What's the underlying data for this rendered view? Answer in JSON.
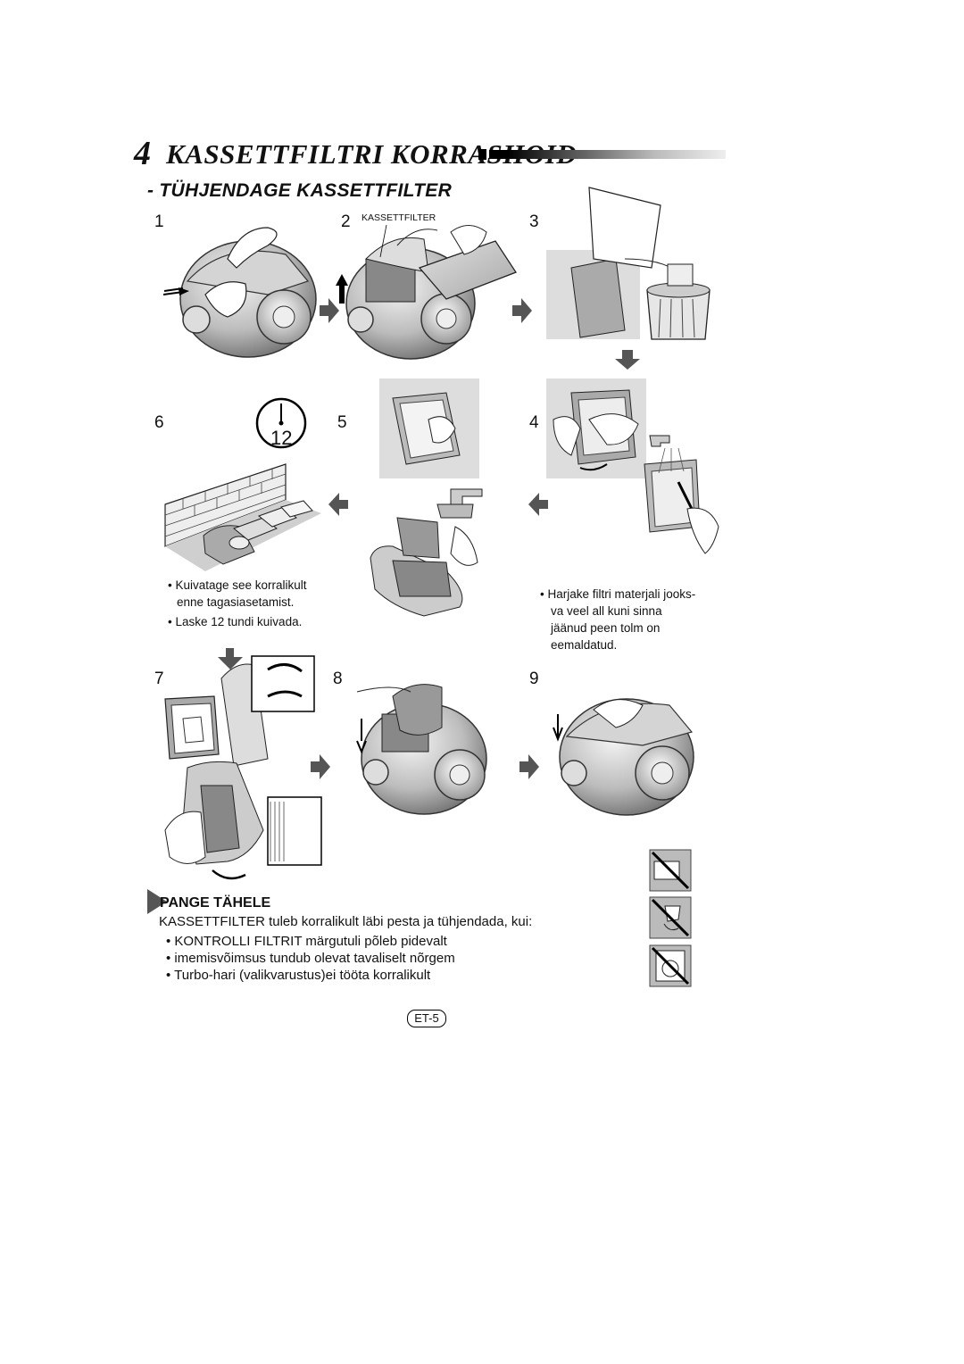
{
  "header": {
    "section_number": "4",
    "title": "KASSETTFILTRI KORRASHOID",
    "subtitle": "- TÜHJENDAGE KASSETTFILTER"
  },
  "steps": {
    "s1": "1",
    "s2": "2",
    "s3": "3",
    "s4": "4",
    "s5": "5",
    "s6": "6",
    "s7": "7",
    "s8": "8",
    "s9": "9"
  },
  "labels": {
    "kassettfilter": "KASSETTFILTER",
    "clock_hours": "12"
  },
  "step6_notes": [
    "Kuivatage see korralikult",
    "enne tagasiasetamist.",
    "Laske 12 tundi kuivada."
  ],
  "step4_notes": [
    "Harjake filtri materjali jooks-",
    "va veel all kuni sinna",
    "jäänud peen tolm on",
    "eemaldatud."
  ],
  "note": {
    "title": "PANGE TÄHELE",
    "intro": "KASSETTFILTER tuleb korralikult läbi pesta ja tühjendada, kui:",
    "items": [
      "KONTROLLI FILTRIT märgutuli põleb pidevalt",
      "imemisvõimsus tundub olevat tavaliselt nõrgem",
      "Turbo-hari (valikvarustus)ei tööta korralikult"
    ]
  },
  "footer": {
    "page_number": "ET-5"
  }
}
